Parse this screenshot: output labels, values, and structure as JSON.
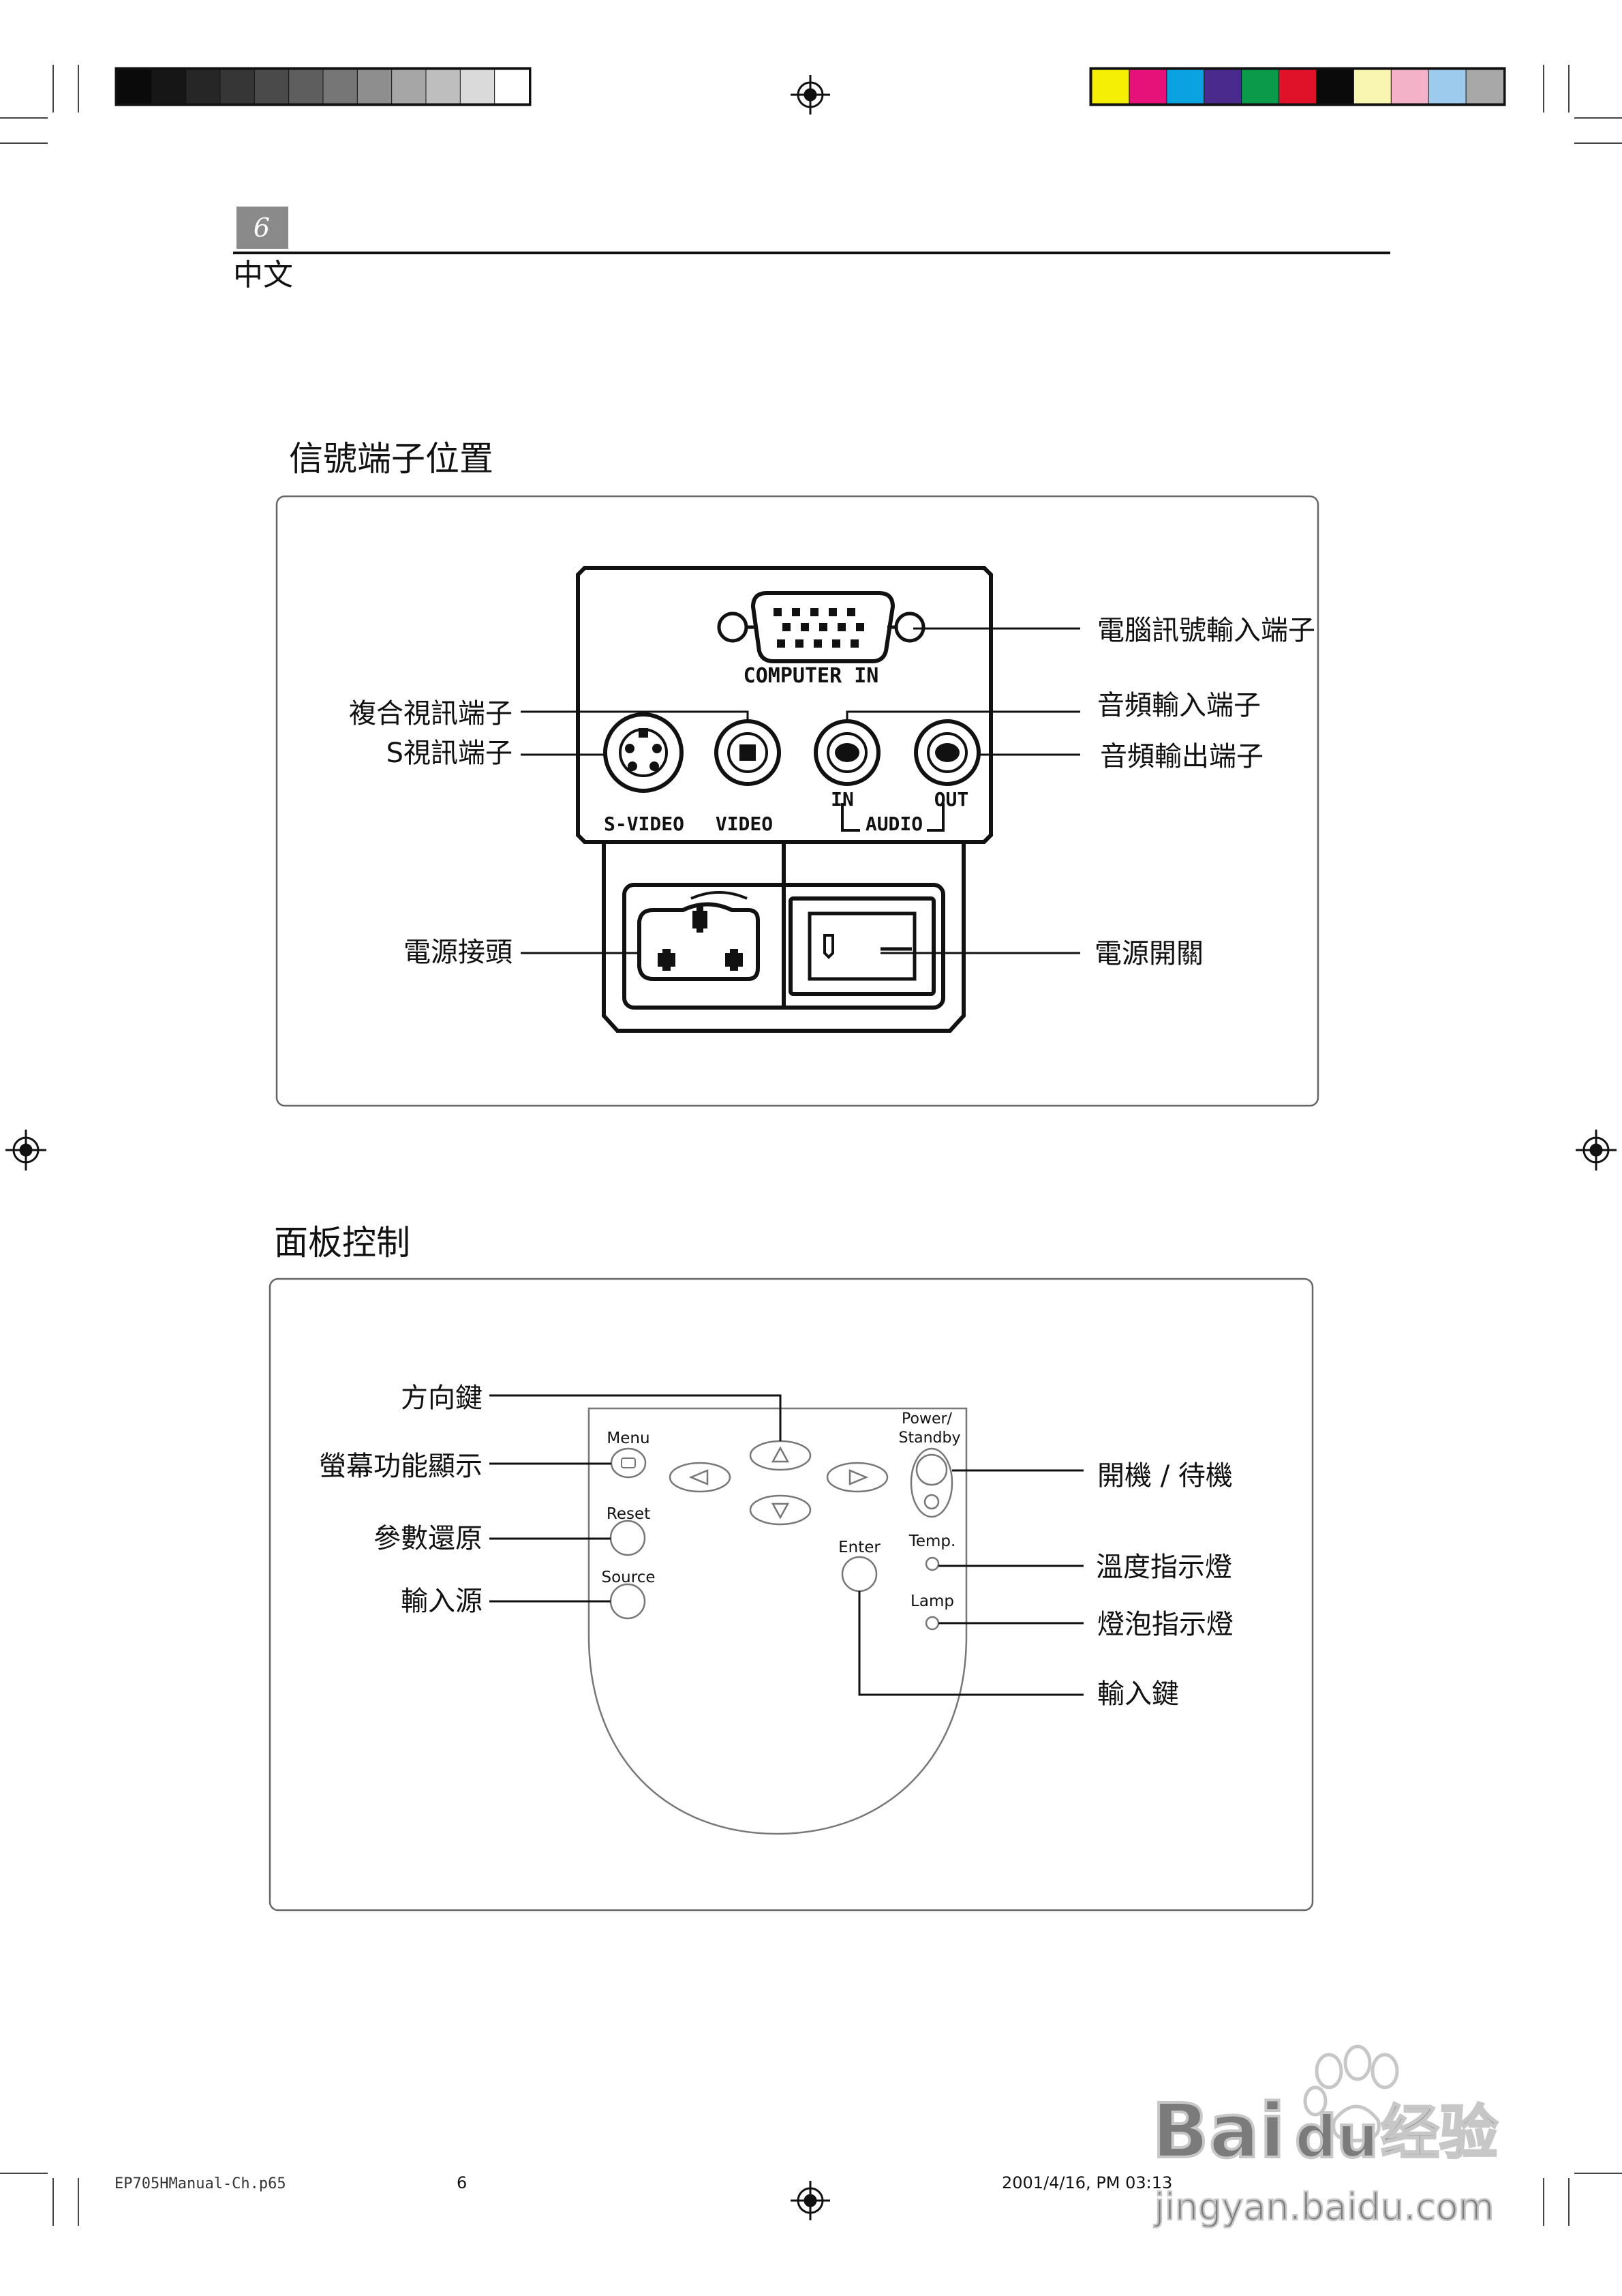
{
  "header": {
    "page_badge": "6",
    "language": "中文",
    "grayscale_swatches": [
      "#0a0a0a",
      "#161616",
      "#262626",
      "#363636",
      "#4a4a4a",
      "#5e5e5e",
      "#767676",
      "#8e8e8e",
      "#a6a6a6",
      "#bebebe",
      "#dadada",
      "#ffffff"
    ],
    "color_swatches": [
      "#f5ee05",
      "#e6127a",
      "#0aa2e0",
      "#4a2a8c",
      "#0a9a4a",
      "#e0122a",
      "#0a0a0a",
      "#f8f6b0",
      "#f4b2c8",
      "#9ccbee",
      "#a8a8a8"
    ]
  },
  "section1": {
    "title": "信號端子位置",
    "port_labels": {
      "computer": "COMPUTER IN",
      "svideo": "S-VIDEO",
      "video": "VIDEO",
      "in": "IN",
      "out": "OUT",
      "audio": "AUDIO"
    },
    "callouts": {
      "computer_in": "電腦訊號輸入端子",
      "audio_in": "音頻輸入端子",
      "audio_out": "音頻輸出端子",
      "composite": "複合視訊端子",
      "svideo": "S視訊端子",
      "power_socket": "電源接頭",
      "power_switch": "電源開關"
    }
  },
  "section2": {
    "title": "面板控制",
    "panel_labels": {
      "menu": "Menu",
      "reset": "Reset",
      "source": "Source",
      "enter": "Enter",
      "power_standby_1": "Power/",
      "power_standby_2": "Standby",
      "temp": "Temp.",
      "lamp": "Lamp"
    },
    "callouts": {
      "direction": "方向鍵",
      "menu": "螢幕功能顯示",
      "reset": "參數還原",
      "source": "輸入源",
      "power": "開機 / 待機",
      "temp": "溫度指示燈",
      "lamp": "燈泡指示燈",
      "enter": "輸入鍵"
    }
  },
  "footer": {
    "file": "EP705HManual-Ch.p65",
    "page": "6",
    "timestamp": "2001/4/16, PM 03:13"
  },
  "watermark": {
    "brand": "Bai",
    "brand2": "du",
    "suffix": "经验",
    "url": "jingyan.baidu.com"
  }
}
